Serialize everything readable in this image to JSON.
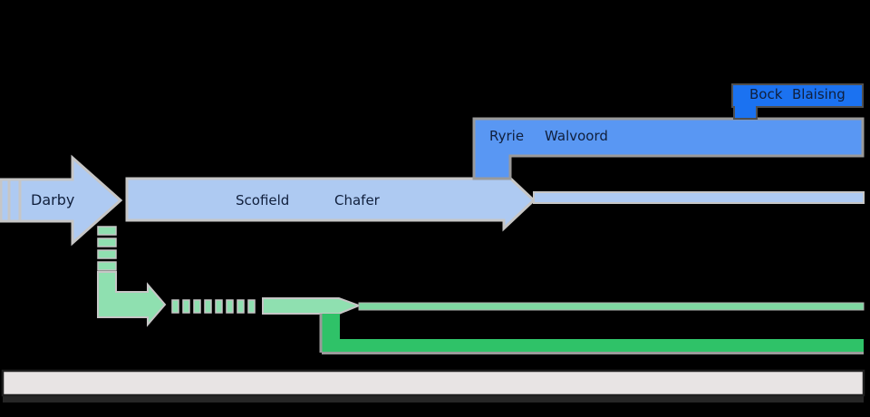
{
  "canvas": {
    "background": "#000000"
  },
  "diagram": {
    "description": "timeline-flow-diagram-of-dispensationalist-theologians",
    "labels": {
      "darby": "Darby",
      "scofield": "Scofield",
      "chafer": "Chafer",
      "ryrie": "Ryrie",
      "walvoord": "Walvoord",
      "bock": "Bock",
      "blaising": "Blaising"
    },
    "colors": {
      "light_blue": "#aecaf2",
      "medium_blue": "#5997f3",
      "bright_blue": "#1b72f1",
      "light_green": "#8fe0b0",
      "medium_green": "#7fd8a2",
      "dark_green": "#2fc268",
      "border_light_gray": "#c6c6c6",
      "border_mid_gray": "#9a9a9a",
      "border_dark_gray": "#4f4f4f",
      "timeline_bar_fill": "#e8e4e4",
      "timeline_bar_border": "#1f1f1f",
      "label_text": "#101f3c"
    }
  }
}
